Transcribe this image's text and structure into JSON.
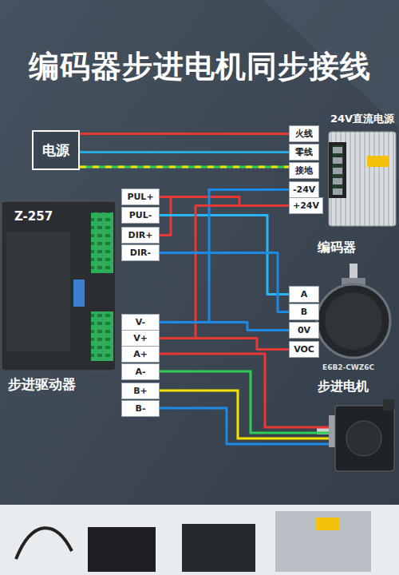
{
  "diagram": {
    "title": "编码器步进电机同步接线",
    "nodes": [
      {
        "text": [
          "电源"
        ]
      },
      {
        "text": [
          "火线"
        ]
      },
      {
        "text": [
          "零线"
        ]
      },
      {
        "text": [
          "接地"
        ]
      },
      {
        "text": [
          "PUL+"
        ]
      },
      {
        "text": [
          "PUL-"
        ]
      },
      {
        "text": [
          "-24V"
        ]
      },
      {
        "text": [
          "+24V"
        ]
      },
      {
        "text": [
          "DIR+"
        ]
      },
      {
        "text": [
          "DIR-"
        ]
      },
      {
        "text": [
          "A"
        ]
      },
      {
        "text": [
          "B"
        ]
      },
      {
        "text": [
          "V-"
        ]
      },
      {
        "text": [
          "0V"
        ]
      },
      {
        "text": [
          "V+"
        ]
      },
      {
        "text": [
          "VOC"
        ]
      },
      {
        "text": [
          "A+"
        ]
      },
      {
        "text": [
          "A-"
        ]
      },
      {
        "text": [
          "B+"
        ]
      },
      {
        "text": [
          "B-"
        ]
      }
    ],
    "edges": [
      {
        "from": 0,
        "to": 1,
        "arrow": "none"
      },
      {
        "from": 0,
        "to": 2,
        "arrow": "none"
      },
      {
        "from": 0,
        "to": 3,
        "arrow": "none"
      },
      {
        "from": 4,
        "to": 8,
        "arrow": "none"
      },
      {
        "from": 4,
        "to": 7,
        "arrow": "none"
      },
      {
        "from": 5,
        "to": 10,
        "arrow": "none"
      },
      {
        "from": 6,
        "to": 12,
        "arrow": "none"
      },
      {
        "from": 7,
        "to": 14,
        "arrow": "none"
      },
      {
        "from": 9,
        "to": 11,
        "arrow": "none"
      },
      {
        "from": 12,
        "to": 13,
        "arrow": "none"
      },
      {
        "from": 14,
        "to": 15,
        "arrow": "none"
      }
    ],
    "labels": [
      "24V直流电源",
      "Z-257",
      "步进驱动器",
      "编码器",
      "E6B2-CWZ6C",
      "步进电机"
    ]
  }
}
